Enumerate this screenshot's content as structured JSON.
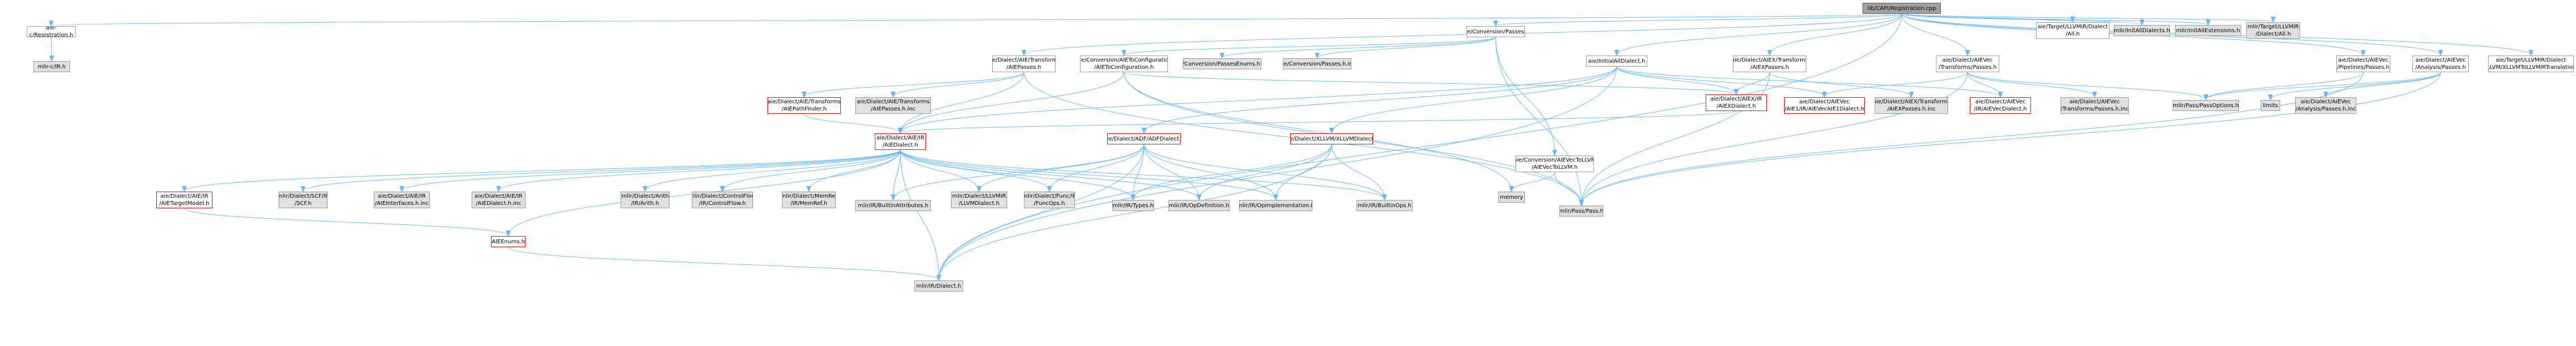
{
  "graph": {
    "colors": {
      "edge": "#63b8ff",
      "node_border": "#999999",
      "external_fill": "#e0e0e0",
      "missing_border": "#ff0000",
      "root_fill": "#a0a0a0"
    },
    "nodes": [
      {
        "id": "root",
        "label": "lib/CAPI/Registration.cpp",
        "style": "root"
      },
      {
        "id": "aie_c_reg",
        "label": "aie-c/Registration.h",
        "style": "normal"
      },
      {
        "id": "mlir_c_ir",
        "label": "mlir-c/IR.h",
        "style": "gray"
      },
      {
        "id": "aie_conv_passes",
        "label": "aie/Conversion/Passes.h",
        "style": "normal"
      },
      {
        "id": "aie_tr_passes",
        "label": "aie/Dialect/AIE/Transforms\n/AIEPasses.h",
        "style": "normal"
      },
      {
        "id": "aie_conv_cfg",
        "label": "aie/Conversion/AIEToConfiguration\n/AIEToConfiguration.h",
        "style": "normal"
      },
      {
        "id": "conv_enums",
        "label": "aie/Conversion/PassesEnums.h.inc",
        "style": "gray"
      },
      {
        "id": "conv_passes_inc",
        "label": "aie/Conversion/Passes.h.inc",
        "style": "gray"
      },
      {
        "id": "init_all_dialect",
        "label": "aie/InitialAllDialect.h",
        "style": "normal"
      },
      {
        "id": "aiex_tr_passes",
        "label": "aie/Dialect/AIEX/Transforms\n/AIEXPasses.h",
        "style": "normal"
      },
      {
        "id": "aievec_tr_passes",
        "label": "aie/Dialect/AIEVec\n/Transforms/Passes.h",
        "style": "normal"
      },
      {
        "id": "target_llvmir_all",
        "label": "aie/Target/LLVMIR/Dialect\n/All.h",
        "style": "normal"
      },
      {
        "id": "init_dialects",
        "label": "mlir/InitAllDialects.h",
        "style": "gray"
      },
      {
        "id": "init_ext",
        "label": "mlir/InitAllExtensions.h",
        "style": "gray"
      },
      {
        "id": "mlir_target_all",
        "label": "mlir/Target/LLVMIR\n/Dialect/All.h",
        "style": "gray"
      },
      {
        "id": "aievec_pipe",
        "label": "aie/Dialect/AIEVec\n/Pipelines/Passes.h",
        "style": "normal"
      },
      {
        "id": "aievec_analysis",
        "label": "aie/Dialect/AIEVec\n/Analysis/Passes.h",
        "style": "normal"
      },
      {
        "id": "target_xllvm",
        "label": "aie/Target/LLVMIR/Dialect\n/XLLVM/XLLVMToLLVMIRTranslation.h",
        "style": "normal"
      },
      {
        "id": "pathfinder",
        "label": "aie/Dialect/AIE/Transforms\n/AIEPathFinder.h",
        "style": "red"
      },
      {
        "id": "aie_passes_inc",
        "label": "aie/Dialect/AIE/Transforms\n/AIEPasses.h.inc",
        "style": "gray"
      },
      {
        "id": "aiex_dialect",
        "label": "aie/Dialect/AIEX/IR\n/AIEXDialect.h",
        "style": "red"
      },
      {
        "id": "aievec_to_llvm",
        "label": "aie/Conversion/AIEVecToLLVM\n/AIEVecToLLVM.h",
        "style": "normal"
      },
      {
        "id": "aievec_aie1",
        "label": "aie/Dialect/AIEVec\n/AIE1/IR/AIEVecAIE1Dialect.h",
        "style": "red"
      },
      {
        "id": "aiex_passes_inc",
        "label": "aie/Dialect/AIEX/Transforms\n/AIEXPasses.h.inc",
        "style": "gray"
      },
      {
        "id": "aievec_dialect",
        "label": "aie/Dialect/AIEVec\n/IR/AIEVecDialect.h",
        "style": "red"
      },
      {
        "id": "aievec_tr_inc",
        "label": "aie/Dialect/AIEVec\n/Transforms/Passes.h.inc",
        "style": "gray"
      },
      {
        "id": "pass_options",
        "label": "mlir/Pass/PassOptions.h",
        "style": "gray"
      },
      {
        "id": "limits",
        "label": "limits",
        "style": "gray"
      },
      {
        "id": "aievec_an_inc",
        "label": "aie/Dialect/AIEVec\n/Analysis/Passes.h.inc",
        "style": "gray"
      },
      {
        "id": "aie_dialect",
        "label": "aie/Dialect/AIE/IR\n/AIEDialect.h",
        "style": "red"
      },
      {
        "id": "adf_dialect",
        "label": "aie/Dialect/ADF/ADFDialect.h",
        "style": "red"
      },
      {
        "id": "xllvm_dialect",
        "label": "aie/Dialect/XLLVM/XLLVMDialect.h",
        "style": "red"
      },
      {
        "id": "memory",
        "label": "memory",
        "style": "gray"
      },
      {
        "id": "pass_h",
        "label": "mlir/Pass/Pass.h",
        "style": "gray"
      },
      {
        "id": "target_model",
        "label": "aie/Dialect/AIE/IR\n/AIETargetModel.h",
        "style": "red"
      },
      {
        "id": "scf",
        "label": "mlir/Dialect/SCF/IR\n/SCF.h",
        "style": "gray"
      },
      {
        "id": "aie_ifaces",
        "label": "aie/Dialect/AIE/IR\n/AIEInterfaces.h.inc",
        "style": "gray"
      },
      {
        "id": "aie_dialect_inc",
        "label": "aie/Dialect/AIE/IR\n/AIEDialect.h.inc",
        "style": "gray"
      },
      {
        "id": "aie_enums",
        "label": "AIEEnums.h",
        "style": "red"
      },
      {
        "id": "arith",
        "label": "mlir/Dialect/Arith\n/IR/Arith.h",
        "style": "gray"
      },
      {
        "id": "controlflow",
        "label": "mlir/Dialect/ControlFlow\n/IR/ControlFlow.h",
        "style": "gray"
      },
      {
        "id": "memref",
        "label": "mlir/Dialect/MemRef\n/IR/MemRef.h",
        "style": "gray"
      },
      {
        "id": "builtin_attrs",
        "label": "mlir/IR/BuiltinAttributes.h",
        "style": "gray"
      },
      {
        "id": "llvm_dialect",
        "label": "mlir/Dialect/LLVMIR\n/LLVMDialect.h",
        "style": "gray"
      },
      {
        "id": "funcops",
        "label": "mlir/Dialect/Func/IR\n/FuncOps.h",
        "style": "gray"
      },
      {
        "id": "types",
        "label": "mlir/IR/Types.h",
        "style": "gray"
      },
      {
        "id": "opdef",
        "label": "mlir/IR/OpDefinition.h",
        "style": "gray"
      },
      {
        "id": "opimpl",
        "label": "mlir/IR/OpImplementation.h",
        "style": "gray"
      },
      {
        "id": "builtinops",
        "label": "mlir/IR/BuiltinOps.h",
        "style": "gray"
      },
      {
        "id": "mlir_dialect",
        "label": "mlir/IR/Dialect.h",
        "style": "gray"
      }
    ],
    "edges": [
      [
        "root",
        "aie_c_reg"
      ],
      [
        "root",
        "aie_conv_passes"
      ],
      [
        "root",
        "aie_tr_passes"
      ],
      [
        "root",
        "init_all_dialect"
      ],
      [
        "root",
        "aiex_tr_passes"
      ],
      [
        "root",
        "aievec_tr_passes"
      ],
      [
        "root",
        "target_llvmir_all"
      ],
      [
        "root",
        "init_dialects"
      ],
      [
        "root",
        "init_ext"
      ],
      [
        "root",
        "mlir_target_all"
      ],
      [
        "root",
        "aievec_pipe"
      ],
      [
        "root",
        "aievec_analysis"
      ],
      [
        "root",
        "target_xllvm"
      ],
      [
        "root",
        "mlir_dialect"
      ],
      [
        "aie_c_reg",
        "mlir_c_ir"
      ],
      [
        "aie_conv_passes",
        "aie_conv_cfg"
      ],
      [
        "aie_conv_passes",
        "conv_enums"
      ],
      [
        "aie_conv_passes",
        "conv_passes_inc"
      ],
      [
        "aie_conv_passes",
        "aievec_to_llvm"
      ],
      [
        "aie_conv_passes",
        "pass_h"
      ],
      [
        "aie_tr_passes",
        "pathfinder"
      ],
      [
        "aie_tr_passes",
        "aie_passes_inc"
      ],
      [
        "aie_tr_passes",
        "aie_dialect"
      ],
      [
        "aie_tr_passes",
        "pass_h"
      ],
      [
        "aie_conv_cfg",
        "aie_dialect"
      ],
      [
        "aie_conv_cfg",
        "aiex_dialect"
      ],
      [
        "aie_conv_cfg",
        "memory"
      ],
      [
        "aie_conv_cfg",
        "pass_h"
      ],
      [
        "init_all_dialect",
        "aiex_dialect"
      ],
      [
        "init_all_dialect",
        "aie_dialect"
      ],
      [
        "init_all_dialect",
        "adf_dialect"
      ],
      [
        "init_all_dialect",
        "xllvm_dialect"
      ],
      [
        "init_all_dialect",
        "aievec_aie1"
      ],
      [
        "init_all_dialect",
        "aievec_dialect"
      ],
      [
        "init_all_dialect",
        "mlir_dialect"
      ],
      [
        "aiex_tr_passes",
        "aiex_dialect"
      ],
      [
        "aiex_tr_passes",
        "aiex_passes_inc"
      ],
      [
        "aiex_tr_passes",
        "pass_h"
      ],
      [
        "aievec_tr_passes",
        "aievec_aie1"
      ],
      [
        "aievec_tr_passes",
        "aievec_dialect"
      ],
      [
        "aievec_tr_passes",
        "aievec_tr_inc"
      ],
      [
        "aievec_tr_passes",
        "pass_options"
      ],
      [
        "aievec_tr_passes",
        "pass_h"
      ],
      [
        "aievec_pipe",
        "pass_options"
      ],
      [
        "aievec_pipe",
        "pass_h"
      ],
      [
        "aievec_analysis",
        "pass_options"
      ],
      [
        "aievec_analysis",
        "limits"
      ],
      [
        "aievec_analysis",
        "aievec_an_inc"
      ],
      [
        "aievec_analysis",
        "pass_h"
      ],
      [
        "pathfinder",
        "aie_dialect"
      ],
      [
        "aiex_dialect",
        "aie_dialect"
      ],
      [
        "aievec_to_llvm",
        "memory"
      ],
      [
        "aievec_to_llvm",
        "pass_h"
      ],
      [
        "aie_dialect",
        "target_model"
      ],
      [
        "aie_dialect",
        "scf"
      ],
      [
        "aie_dialect",
        "aie_ifaces"
      ],
      [
        "aie_dialect",
        "aie_dialect_inc"
      ],
      [
        "aie_dialect",
        "aie_enums"
      ],
      [
        "aie_dialect",
        "arith"
      ],
      [
        "aie_dialect",
        "controlflow"
      ],
      [
        "aie_dialect",
        "memref"
      ],
      [
        "aie_dialect",
        "builtin_attrs"
      ],
      [
        "aie_dialect",
        "llvm_dialect"
      ],
      [
        "aie_dialect",
        "funcops"
      ],
      [
        "aie_dialect",
        "types"
      ],
      [
        "aie_dialect",
        "opdef"
      ],
      [
        "aie_dialect",
        "opimpl"
      ],
      [
        "aie_dialect",
        "builtinops"
      ],
      [
        "aie_dialect",
        "mlir_dialect"
      ],
      [
        "adf_dialect",
        "builtin_attrs"
      ],
      [
        "adf_dialect",
        "llvm_dialect"
      ],
      [
        "adf_dialect",
        "funcops"
      ],
      [
        "adf_dialect",
        "types"
      ],
      [
        "adf_dialect",
        "opdef"
      ],
      [
        "adf_dialect",
        "opimpl"
      ],
      [
        "adf_dialect",
        "builtinops"
      ],
      [
        "adf_dialect",
        "mlir_dialect"
      ],
      [
        "xllvm_dialect",
        "opdef"
      ],
      [
        "xllvm_dialect",
        "opimpl"
      ],
      [
        "xllvm_dialect",
        "builtinops"
      ],
      [
        "xllvm_dialect",
        "types"
      ],
      [
        "xllvm_dialect",
        "mlir_dialect"
      ],
      [
        "target_model",
        "aie_enums"
      ],
      [
        "aie_enums",
        "mlir_dialect"
      ]
    ]
  }
}
